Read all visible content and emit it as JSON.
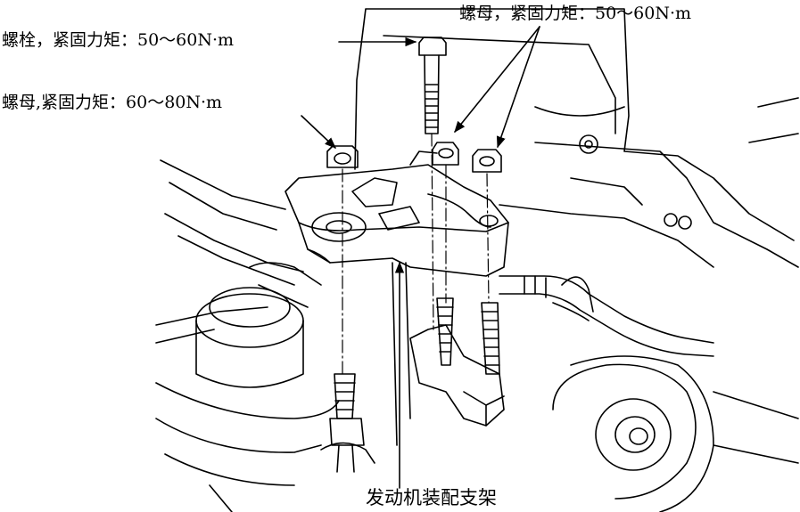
{
  "labels": {
    "bolt_torque": "螺栓，紧固力矩：50～60N·m",
    "nut_torque_upper": "螺母，紧固力矩：50～60N·m",
    "nut_torque_left": "螺母,紧固力矩：60～80N·m",
    "bracket": "发动机装配支架"
  }
}
